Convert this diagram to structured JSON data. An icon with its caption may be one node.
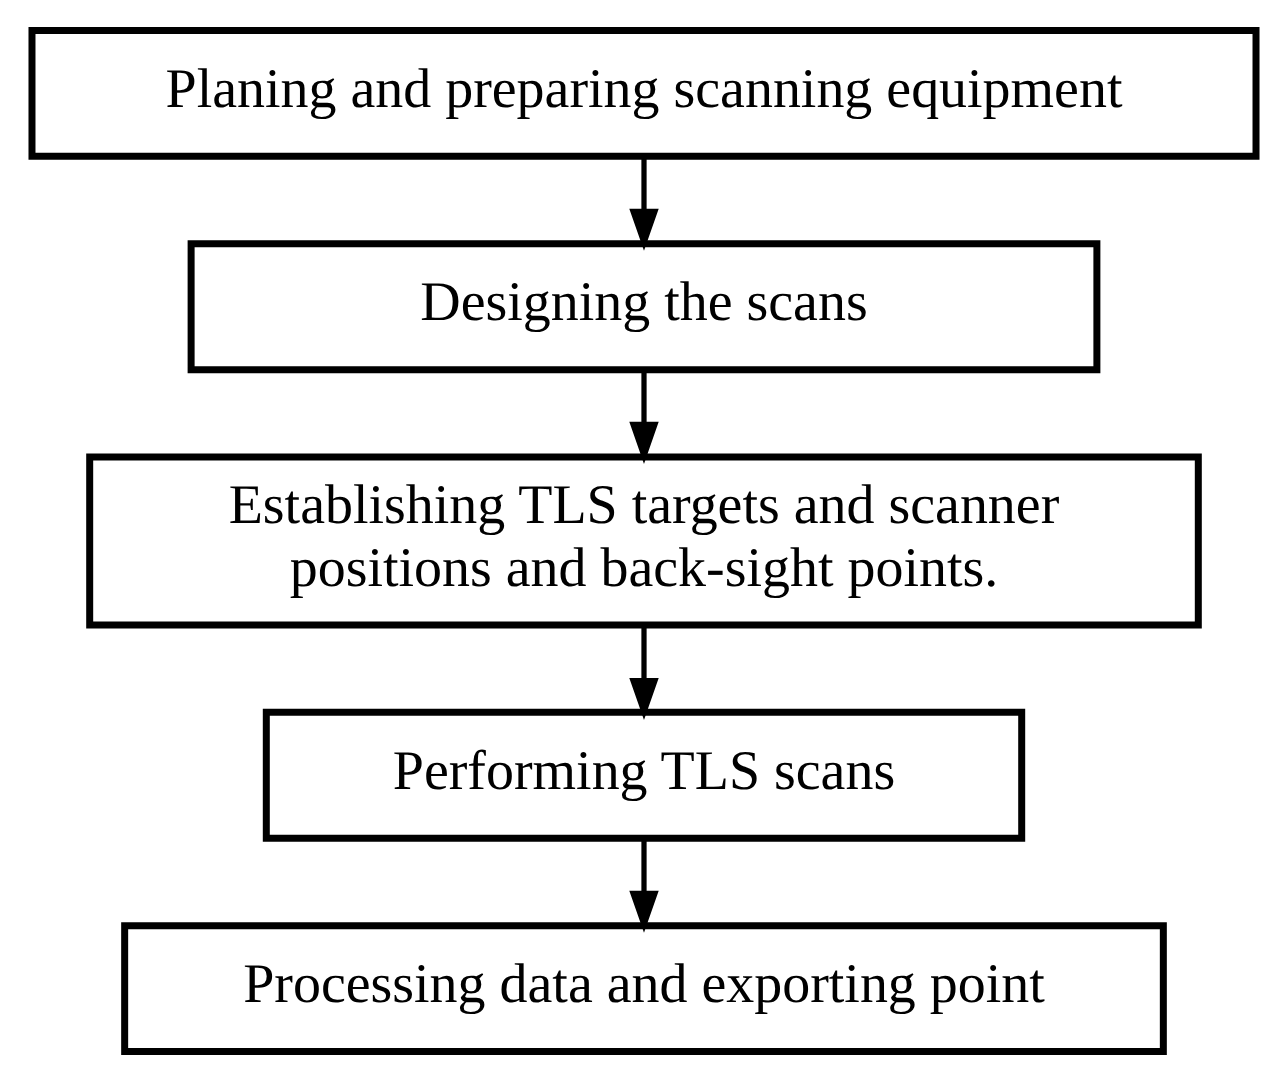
{
  "diagram": {
    "nodes": [
      {
        "text": [
          "Planing and preparing scanning equipment"
        ]
      },
      {
        "text": [
          "Designing the scans"
        ]
      },
      {
        "text": [
          "Establishing TLS targets and scanner positions and back-sight points."
        ]
      },
      {
        "text": [
          "Performing TLS scans"
        ]
      },
      {
        "text": [
          "Processing data and exporting point"
        ]
      }
    ],
    "edges": [
      {
        "from": 0,
        "to": 1,
        "arrow": "to"
      },
      {
        "from": 1,
        "to": 2,
        "arrow": "to"
      },
      {
        "from": 2,
        "to": 3,
        "arrow": "to"
      },
      {
        "from": 3,
        "to": 4,
        "arrow": "to"
      }
    ]
  }
}
